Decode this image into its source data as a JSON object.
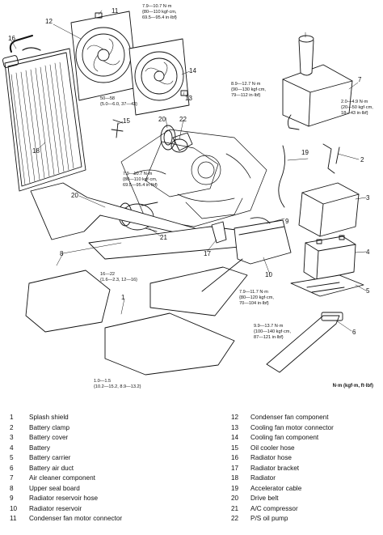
{
  "callouts": {
    "c1": "1",
    "c2": "2",
    "c3": "3",
    "c4": "4",
    "c5": "5",
    "c6": "6",
    "c7": "7",
    "c8": "8",
    "c9": "9",
    "c10": "10",
    "c11": "11",
    "c12": "12",
    "c13": "13",
    "c14": "14",
    "c15": "15",
    "c16": "16",
    "c17": "17",
    "c18": "18",
    "c19": "19",
    "c20a": "20",
    "c20b": "20",
    "c21": "21",
    "c22": "22"
  },
  "torque_specs": {
    "t_top": [
      "7.9—10.7 N·m",
      "{80—110 kgf·cm,",
      "69.5—95.4 in·lbf}"
    ],
    "t_fan": [
      "50—58",
      "{5.0—6.0, 37—43}"
    ],
    "t_mid": [
      "7.9—10.7 N·m",
      "{80—110 kgf·cm,",
      "69.5—95.4 in·lbf}"
    ],
    "t_aircl": [
      "8.9—12.7 N·m",
      "{90—130 kgf·cm,",
      "79—112 in·lbf}"
    ],
    "t_right": [
      "2.0—4.9 N·m",
      "{20—50 kgf·cm,",
      "18—43 in·lbf}"
    ],
    "t_seal": [
      "16—22",
      "{1.6—2.3, 12—16}"
    ],
    "t_carrier": [
      "7.9—11.7 N·m",
      "{80—120 kgf·cm,",
      "70—104 in·lbf}"
    ],
    "t_bracket": [
      "9.9—13.7 N·m",
      "{100—140 kgf·cm,",
      "87—121 in·lbf}"
    ],
    "t_bottom": [
      "1.0—1.5",
      "{10.2—15.2, 8.9—13.2}"
    ]
  },
  "units_note": "N·m (kgf·m, ft·lbf)",
  "legend": {
    "left": [
      {
        "num": "1",
        "label": "Splash shield"
      },
      {
        "num": "2",
        "label": "Battery clamp"
      },
      {
        "num": "3",
        "label": "Battery cover"
      },
      {
        "num": "4",
        "label": "Battery"
      },
      {
        "num": "5",
        "label": "Battery carrier"
      },
      {
        "num": "6",
        "label": "Battery air duct"
      },
      {
        "num": "7",
        "label": "Air cleaner component"
      },
      {
        "num": "8",
        "label": "Upper seal board"
      },
      {
        "num": "9",
        "label": "Radiator reservoir hose"
      },
      {
        "num": "10",
        "label": "Radiator reservoir"
      },
      {
        "num": "11",
        "label": "Condenser fan motor connector"
      }
    ],
    "right": [
      {
        "num": "12",
        "label": "Condenser fan component"
      },
      {
        "num": "13",
        "label": "Cooling fan motor connector"
      },
      {
        "num": "14",
        "label": "Cooling fan component"
      },
      {
        "num": "15",
        "label": "Oil cooler hose"
      },
      {
        "num": "16",
        "label": "Radiator hose"
      },
      {
        "num": "17",
        "label": "Radiator bracket"
      },
      {
        "num": "18",
        "label": "Radiator"
      },
      {
        "num": "19",
        "label": "Accelerator cable"
      },
      {
        "num": "20",
        "label": "Drive belt"
      },
      {
        "num": "21",
        "label": "A/C compressor"
      },
      {
        "num": "22",
        "label": "P/S oil pump"
      }
    ]
  }
}
